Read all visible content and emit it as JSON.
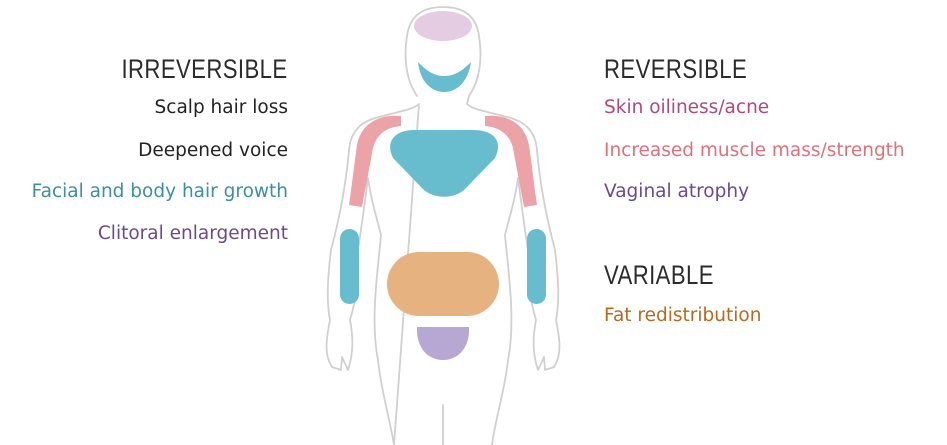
{
  "irreversible": {
    "heading": "IRREVERSIBLE",
    "items": [
      {
        "label": "Scalp hair loss",
        "color": "#222222"
      },
      {
        "label": "Deepened voice",
        "color": "#222222"
      },
      {
        "label": "Facial and body hair growth",
        "color": "#3a8fa6"
      },
      {
        "label": "Clitoral enlargement",
        "color": "#6a4a8e"
      }
    ]
  },
  "reversible": {
    "heading": "REVERSIBLE",
    "items": [
      {
        "label": "Skin oiliness/acne",
        "color": "#b0487e"
      },
      {
        "label": "Increased muscle mass/strength",
        "color": "#e0707a"
      },
      {
        "label": "Vaginal atrophy",
        "color": "#6a4a8e"
      }
    ]
  },
  "variable": {
    "heading": "VARIABLE",
    "items": [
      {
        "label": "Fat redistribution",
        "color": "#b76a1e"
      }
    ]
  },
  "colors": {
    "outline": "#d0d0d0",
    "scalp": "#e4cde2",
    "blue": "#67bccd",
    "muscle": "#eba3a8",
    "fat": "#e6b27f",
    "pelvis": "#b7a7d3"
  }
}
